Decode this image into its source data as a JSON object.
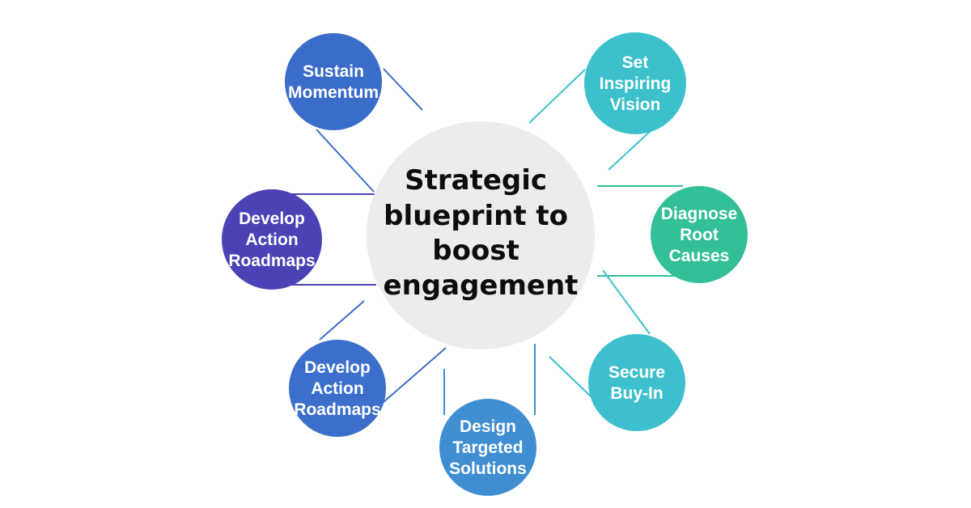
{
  "center": {
    "lines": [
      "Strategic",
      "blueprint to",
      "boost",
      "engagement"
    ]
  },
  "nodes": [
    {
      "id": "sustain-momentum",
      "lines": [
        "Sustain",
        "Momentum"
      ],
      "color": "#3a6cc9"
    },
    {
      "id": "set-inspiring-vision",
      "lines": [
        "Set",
        "Inspiring",
        "Vision"
      ],
      "color": "#3cc1cc"
    },
    {
      "id": "develop-action-roadmaps-upper",
      "lines": [
        "Develop",
        "Action",
        "Roadmaps"
      ],
      "color": "#4a42b5"
    },
    {
      "id": "diagnose-root-causes",
      "lines": [
        "Diagnose",
        "Root",
        "Causes"
      ],
      "color": "#33bf98"
    },
    {
      "id": "develop-action-roadmaps-lower",
      "lines": [
        "Develop",
        "Action",
        "Roadmaps"
      ],
      "color": "#3b6fcb"
    },
    {
      "id": "secure-buy-in",
      "lines": [
        "Secure",
        "Buy-In"
      ],
      "color": "#3dbfcd"
    },
    {
      "id": "design-targeted-solutions",
      "lines": [
        "Design",
        "Targeted",
        "Solutions"
      ],
      "color": "#3f8ed2"
    }
  ]
}
